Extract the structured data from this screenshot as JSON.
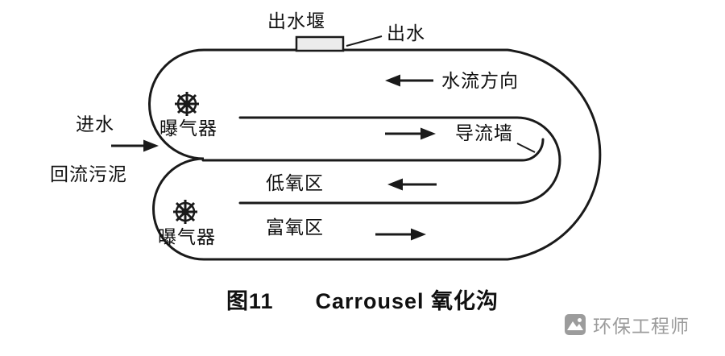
{
  "figure": {
    "caption_number": "图11",
    "caption_title": "Carrousel 氧化沟"
  },
  "labels": {
    "effluent_weir": "出水堰",
    "effluent": "出水",
    "flow_direction": "水流方向",
    "aerator_top": "曝气器",
    "influent": "进水",
    "return_sludge": "回流污泥",
    "guide_wall": "导流墙",
    "low_oxygen_zone": "低氧区",
    "aerator_bottom": "曝气器",
    "oxygen_rich_zone": "富氧区"
  },
  "watermark": {
    "text": "环保工程师"
  },
  "colors": {
    "line": "#1a1a1a",
    "text": "#101010",
    "watermark": "#9c9c9c",
    "background": "#ffffff"
  }
}
